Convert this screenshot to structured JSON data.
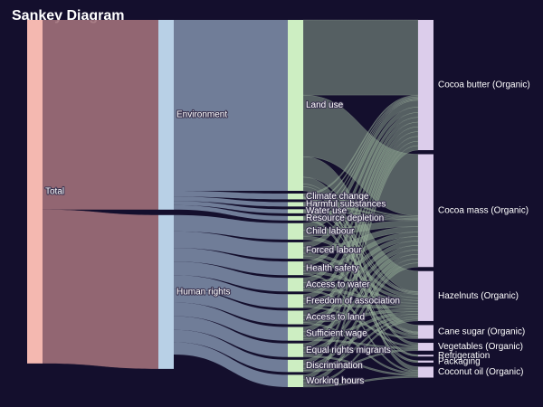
{
  "title": "Sankey Diagram",
  "colors": {
    "background": "#140f2d",
    "total_node": "#f4b8b0",
    "total_link": "#a0707a",
    "category_node": "#b8d0e6",
    "category_link": "#7a8aa4",
    "issue_node": "#cdeec2",
    "issue_link": "#8aa28e",
    "ingredient_node": "#dccdeb",
    "ingredient_link": "#9a8cad"
  },
  "nodes": [
    {
      "id": "total",
      "label": "Total",
      "level": 0
    },
    {
      "id": "environment",
      "label": "Environment",
      "level": 1
    },
    {
      "id": "human_rights",
      "label": "Human rights",
      "level": 1
    },
    {
      "id": "land_use",
      "label": "Land use",
      "level": 2
    },
    {
      "id": "climate_change",
      "label": "Climate change",
      "level": 2
    },
    {
      "id": "harmful_substances",
      "label": "Harmful substances",
      "level": 2
    },
    {
      "id": "water_use",
      "label": "Water use",
      "level": 2
    },
    {
      "id": "resource_depletion",
      "label": "Resource depletion",
      "level": 2
    },
    {
      "id": "child_labour",
      "label": "Child labour",
      "level": 2
    },
    {
      "id": "forced_labour",
      "label": "Forced labour",
      "level": 2
    },
    {
      "id": "health_safety",
      "label": "Health safety",
      "level": 2
    },
    {
      "id": "access_to_water",
      "label": "Access to water",
      "level": 2
    },
    {
      "id": "freedom_of_association",
      "label": "Freedom of association",
      "level": 2
    },
    {
      "id": "access_to_land",
      "label": "Access to land",
      "level": 2
    },
    {
      "id": "sufficient_wage",
      "label": "Sufficient wage",
      "level": 2
    },
    {
      "id": "equal_rights_migrants",
      "label": "Equal rights migrants",
      "level": 2
    },
    {
      "id": "discrimination",
      "label": "Discrimination",
      "level": 2
    },
    {
      "id": "working_hours",
      "label": "Working hours",
      "level": 2
    },
    {
      "id": "cocoa_butter",
      "label": "Cocoa butter (Organic)",
      "level": 3
    },
    {
      "id": "cocoa_mass",
      "label": "Cocoa mass (Organic)",
      "level": 3
    },
    {
      "id": "hazelnuts",
      "label": "Hazelnuts (Organic)",
      "level": 3
    },
    {
      "id": "cane_sugar",
      "label": "Cane sugar (Organic)",
      "level": 3
    },
    {
      "id": "vegetables",
      "label": "Vegetables (Organic)",
      "level": 3
    },
    {
      "id": "refrigeration",
      "label": "Refrigeration",
      "level": 3
    },
    {
      "id": "packaging",
      "label": "Packaging",
      "level": 3
    },
    {
      "id": "coconut_oil",
      "label": "Coconut oil (Organic)",
      "level": 3
    }
  ],
  "links": [
    {
      "source": "total",
      "target": "environment",
      "value": 55.5
    },
    {
      "source": "total",
      "target": "human_rights",
      "value": 45.0
    },
    {
      "source": "environment",
      "target": "land_use",
      "value": 50.0
    },
    {
      "source": "environment",
      "target": "climate_change",
      "value": 1.7
    },
    {
      "source": "environment",
      "target": "harmful_substances",
      "value": 1.3
    },
    {
      "source": "environment",
      "target": "water_use",
      "value": 1.2
    },
    {
      "source": "environment",
      "target": "resource_depletion",
      "value": 1.3
    },
    {
      "source": "human_rights",
      "target": "child_labour",
      "value": 4.8
    },
    {
      "source": "human_rights",
      "target": "forced_labour",
      "value": 4.8
    },
    {
      "source": "human_rights",
      "target": "health_safety",
      "value": 4.0
    },
    {
      "source": "human_rights",
      "target": "access_to_water",
      "value": 4.0
    },
    {
      "source": "human_rights",
      "target": "freedom_of_association",
      "value": 4.0
    },
    {
      "source": "human_rights",
      "target": "access_to_land",
      "value": 4.0
    },
    {
      "source": "human_rights",
      "target": "sufficient_wage",
      "value": 4.0
    },
    {
      "source": "human_rights",
      "target": "equal_rights_migrants",
      "value": 4.0
    },
    {
      "source": "human_rights",
      "target": "discrimination",
      "value": 3.6
    },
    {
      "source": "human_rights",
      "target": "working_hours",
      "value": 3.6
    },
    {
      "source": "land_use",
      "target": "cocoa_butter",
      "value": 22.0
    },
    {
      "source": "land_use",
      "target": "cocoa_mass",
      "value": 18.0
    },
    {
      "source": "land_use",
      "target": "hazelnuts",
      "value": 6.0
    },
    {
      "source": "land_use",
      "target": "cane_sugar",
      "value": 2.0
    },
    {
      "source": "land_use",
      "target": "vegetables",
      "value": 0.8
    },
    {
      "source": "land_use",
      "target": "coconut_oil",
      "value": 1.2
    },
    {
      "source": "climate_change",
      "target": "cocoa_butter",
      "value": 0.5
    },
    {
      "source": "climate_change",
      "target": "cocoa_mass",
      "value": 0.4
    },
    {
      "source": "climate_change",
      "target": "hazelnuts",
      "value": 0.2
    },
    {
      "source": "climate_change",
      "target": "cane_sugar",
      "value": 0.2
    },
    {
      "source": "climate_change",
      "target": "refrigeration",
      "value": 0.2
    },
    {
      "source": "climate_change",
      "target": "packaging",
      "value": 0.2
    },
    {
      "source": "harmful_substances",
      "target": "cocoa_butter",
      "value": 0.4
    },
    {
      "source": "harmful_substances",
      "target": "cocoa_mass",
      "value": 0.4
    },
    {
      "source": "harmful_substances",
      "target": "hazelnuts",
      "value": 0.3
    },
    {
      "source": "harmful_substances",
      "target": "cane_sugar",
      "value": 0.2
    },
    {
      "source": "water_use",
      "target": "cocoa_butter",
      "value": 0.3
    },
    {
      "source": "water_use",
      "target": "cocoa_mass",
      "value": 0.3
    },
    {
      "source": "water_use",
      "target": "hazelnuts",
      "value": 0.3
    },
    {
      "source": "water_use",
      "target": "cane_sugar",
      "value": 0.3
    },
    {
      "source": "resource_depletion",
      "target": "cocoa_butter",
      "value": 0.3
    },
    {
      "source": "resource_depletion",
      "target": "cocoa_mass",
      "value": 0.3
    },
    {
      "source": "resource_depletion",
      "target": "packaging",
      "value": 0.4
    },
    {
      "source": "resource_depletion",
      "target": "refrigeration",
      "value": 0.3
    },
    {
      "source": "child_labour",
      "target": "cocoa_butter",
      "value": 2.0
    },
    {
      "source": "child_labour",
      "target": "cocoa_mass",
      "value": 1.8
    },
    {
      "source": "child_labour",
      "target": "hazelnuts",
      "value": 1.0
    },
    {
      "source": "forced_labour",
      "target": "cocoa_butter",
      "value": 1.6
    },
    {
      "source": "forced_labour",
      "target": "cocoa_mass",
      "value": 1.6
    },
    {
      "source": "forced_labour",
      "target": "hazelnuts",
      "value": 0.8
    },
    {
      "source": "forced_labour",
      "target": "cane_sugar",
      "value": 0.8
    },
    {
      "source": "health_safety",
      "target": "cocoa_butter",
      "value": 1.4
    },
    {
      "source": "health_safety",
      "target": "cocoa_mass",
      "value": 1.3
    },
    {
      "source": "health_safety",
      "target": "hazelnuts",
      "value": 0.8
    },
    {
      "source": "health_safety",
      "target": "coconut_oil",
      "value": 0.5
    },
    {
      "source": "access_to_water",
      "target": "cocoa_butter",
      "value": 1.4
    },
    {
      "source": "access_to_water",
      "target": "cocoa_mass",
      "value": 1.3
    },
    {
      "source": "access_to_water",
      "target": "hazelnuts",
      "value": 0.8
    },
    {
      "source": "access_to_water",
      "target": "vegetables",
      "value": 0.5
    },
    {
      "source": "freedom_of_association",
      "target": "cocoa_butter",
      "value": 1.4
    },
    {
      "source": "freedom_of_association",
      "target": "cocoa_mass",
      "value": 1.3
    },
    {
      "source": "freedom_of_association",
      "target": "hazelnuts",
      "value": 0.8
    },
    {
      "source": "freedom_of_association",
      "target": "cane_sugar",
      "value": 0.5
    },
    {
      "source": "access_to_land",
      "target": "cocoa_butter",
      "value": 1.4
    },
    {
      "source": "access_to_land",
      "target": "cocoa_mass",
      "value": 1.3
    },
    {
      "source": "access_to_land",
      "target": "hazelnuts",
      "value": 0.8
    },
    {
      "source": "access_to_land",
      "target": "coconut_oil",
      "value": 0.5
    },
    {
      "source": "sufficient_wage",
      "target": "cocoa_butter",
      "value": 1.4
    },
    {
      "source": "sufficient_wage",
      "target": "cocoa_mass",
      "value": 1.3
    },
    {
      "source": "sufficient_wage",
      "target": "hazelnuts",
      "value": 0.8
    },
    {
      "source": "sufficient_wage",
      "target": "vegetables",
      "value": 0.5
    },
    {
      "source": "equal_rights_migrants",
      "target": "cocoa_butter",
      "value": 1.4
    },
    {
      "source": "equal_rights_migrants",
      "target": "cocoa_mass",
      "value": 1.3
    },
    {
      "source": "equal_rights_migrants",
      "target": "hazelnuts",
      "value": 0.8
    },
    {
      "source": "equal_rights_migrants",
      "target": "coconut_oil",
      "value": 0.5
    },
    {
      "source": "discrimination",
      "target": "cocoa_butter",
      "value": 1.3
    },
    {
      "source": "discrimination",
      "target": "cocoa_mass",
      "value": 1.2
    },
    {
      "source": "discrimination",
      "target": "hazelnuts",
      "value": 0.6
    },
    {
      "source": "discrimination",
      "target": "vegetables",
      "value": 0.5
    },
    {
      "source": "working_hours",
      "target": "cocoa_butter",
      "value": 1.3
    },
    {
      "source": "working_hours",
      "target": "cocoa_mass",
      "value": 1.2
    },
    {
      "source": "working_hours",
      "target": "hazelnuts",
      "value": 0.6
    },
    {
      "source": "working_hours",
      "target": "coconut_oil",
      "value": 0.5
    }
  ]
}
